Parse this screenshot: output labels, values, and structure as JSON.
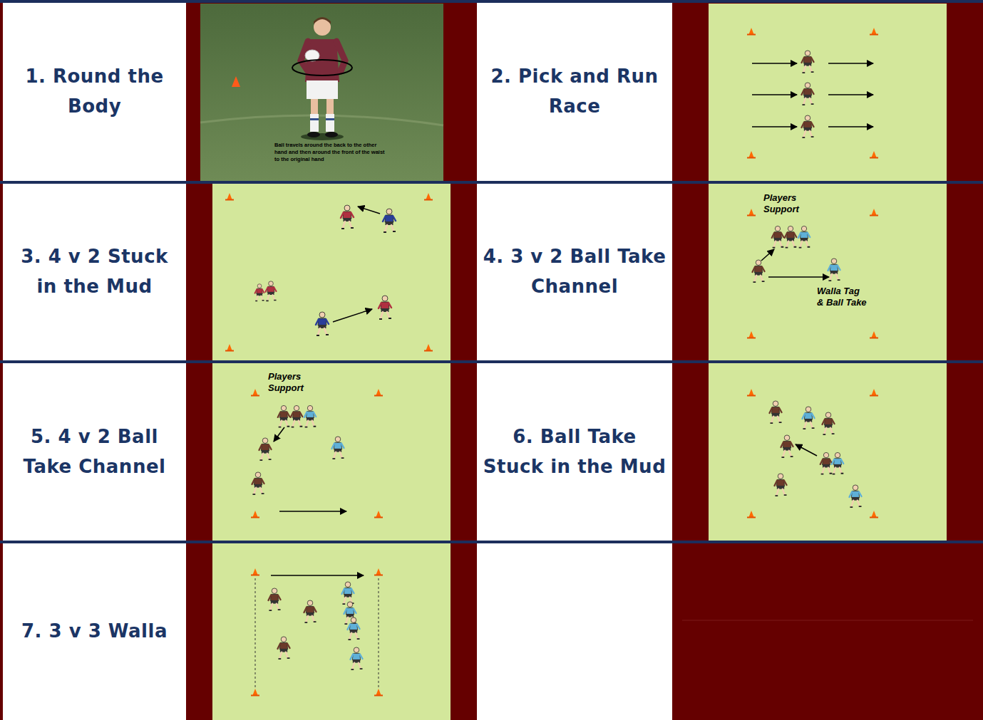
{
  "diagram": {
    "nodes": [
      {
        "text": [
          "1. Round the Body"
        ]
      },
      {
        "text": [
          "2. Pick and Run Race"
        ]
      },
      {
        "text": [
          "3. 4 v 2 Stuck in the Mud"
        ]
      },
      {
        "text": [
          "4. 3 v 2 Ball Take Channel"
        ]
      },
      {
        "text": [
          "5. 4 v 2 Ball Take Channel"
        ]
      },
      {
        "text": [
          "6. Ball Take Stuck in the Mud"
        ]
      },
      {
        "text": [
          "7. 3 v 3 Walla"
        ]
      }
    ],
    "labels": [
      "Ball travels around the back to the other hand and then around the front of the waist to the original hand",
      "Players Support",
      "Walla Tag & Ball Take",
      "Players Support"
    ]
  }
}
